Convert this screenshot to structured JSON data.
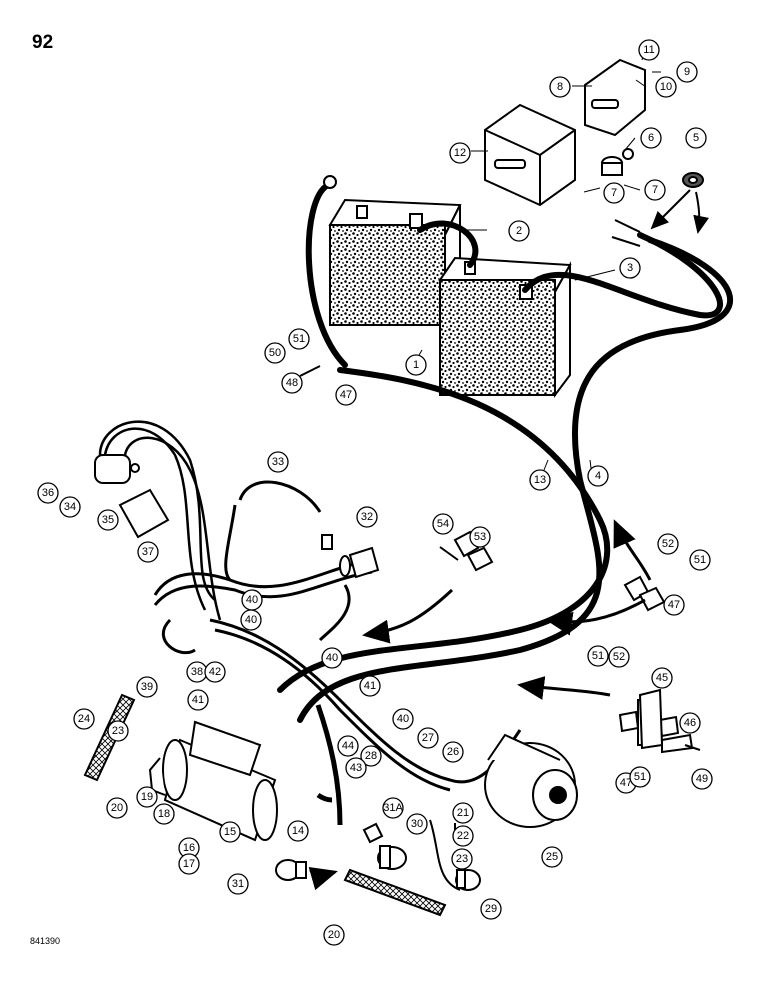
{
  "page_number": "92",
  "drawing_code": "841390",
  "callouts": [
    "1",
    "2",
    "3",
    "4",
    "5",
    "6",
    "7",
    "7",
    "8",
    "9",
    "10",
    "11",
    "12",
    "13",
    "14",
    "15",
    "16",
    "17",
    "18",
    "19",
    "20",
    "20",
    "21",
    "22",
    "23",
    "23",
    "24",
    "25",
    "26",
    "27",
    "28",
    "29",
    "30",
    "31",
    "31A",
    "32",
    "33",
    "34",
    "35",
    "36",
    "37",
    "38",
    "39",
    "40",
    "40",
    "40",
    "40",
    "41",
    "41",
    "42",
    "43",
    "44",
    "45",
    "46",
    "47",
    "47",
    "47",
    "48",
    "49",
    "50",
    "51",
    "51",
    "51",
    "51",
    "52",
    "52",
    "53",
    "54"
  ]
}
